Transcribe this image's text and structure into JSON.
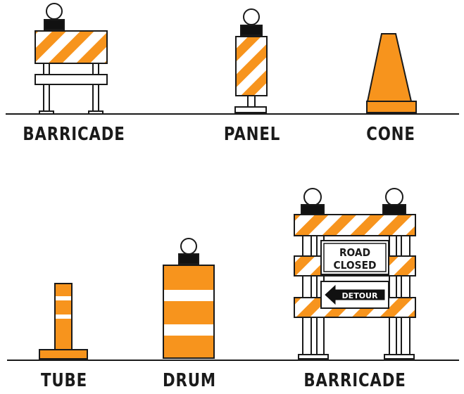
{
  "labels": {
    "barricade_top": "BARRICADE",
    "panel": "PANEL",
    "cone": "CONE",
    "tube": "TUBE",
    "drum": "DRUM",
    "barricade_bottom": "BARRICADE"
  },
  "sign": {
    "road": "ROAD",
    "closed": "CLOSED",
    "detour": "DETOUR"
  },
  "colors": {
    "orange": "#F7941D",
    "outline": "#1a1a1a",
    "white": "#ffffff",
    "light_black": "#111111"
  }
}
